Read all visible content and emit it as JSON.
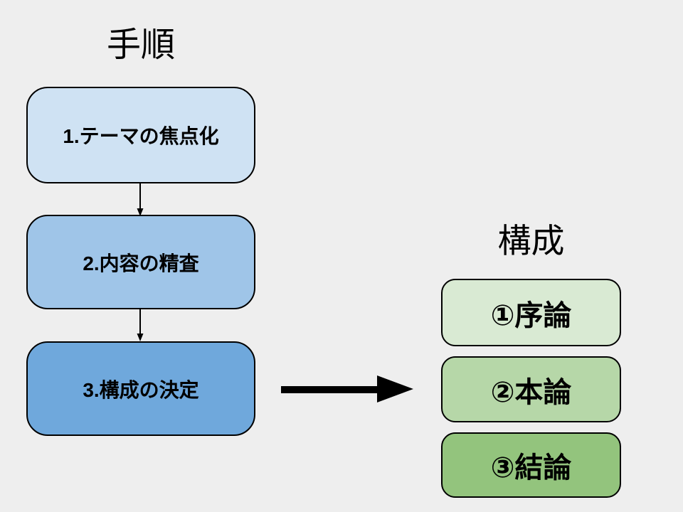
{
  "slide": {
    "background_color": "#eeeeee",
    "border_color": "#000000",
    "arrow_color": "#000000",
    "left_flow": {
      "title": "手順",
      "steps": [
        {
          "label": "1.テーマの焦点化",
          "fill": "#cfe2f3"
        },
        {
          "label": "2.内容の精査",
          "fill": "#9fc5e8"
        },
        {
          "label": "3.構成の決定",
          "fill": "#6fa8dc"
        }
      ]
    },
    "right_list": {
      "title": "構成",
      "items": [
        {
          "label": "①序論",
          "fill": "#d9ead3"
        },
        {
          "label": "②本論",
          "fill": "#b6d7a8"
        },
        {
          "label": "③結論",
          "fill": "#93c47d"
        }
      ]
    }
  }
}
